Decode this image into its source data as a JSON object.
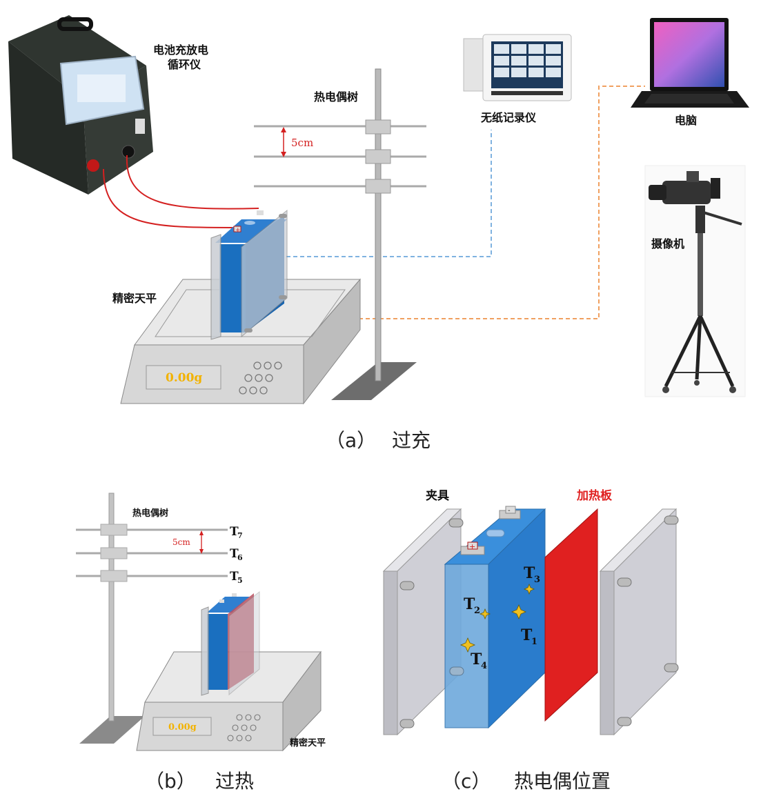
{
  "panel_a": {
    "labels": {
      "cycler": "电池充放电",
      "cycler_line2": "循环仪",
      "thermo_tree": "热电偶树",
      "spacing": "5cm",
      "recorder": "无纸记录仪",
      "computer": "电脑",
      "camera": "摄像机",
      "balance": "精密天平",
      "balance_reading": "0.00g"
    },
    "caption_tag": "（a）",
    "caption_text": "过充"
  },
  "panel_b": {
    "labels": {
      "thermo_tree": "热电偶树",
      "spacing": "5cm",
      "t7": "T",
      "t7_sub": "7",
      "t6": "T",
      "t6_sub": "6",
      "t5": "T",
      "t5_sub": "5",
      "balance": "精密天平",
      "balance_reading": "0.00g"
    },
    "caption_tag": "（b）",
    "caption_text": "过热"
  },
  "panel_c": {
    "labels": {
      "fixture": "夹具",
      "heater": "加热板",
      "t1": "T",
      "t1_sub": "1",
      "t2": "T",
      "t2_sub": "2",
      "t3": "T",
      "t3_sub": "3",
      "t4": "T",
      "t4_sub": "4"
    },
    "caption_tag": "（c）",
    "caption_text": "热电偶位置"
  },
  "colors": {
    "battery_blue": "#1a6fbf",
    "heater_red": "#e02020",
    "wire_red": "#d42020",
    "link_blue": "#7fb2e0",
    "link_orange": "#f0a060",
    "reading_yellow": "#f2b200"
  }
}
